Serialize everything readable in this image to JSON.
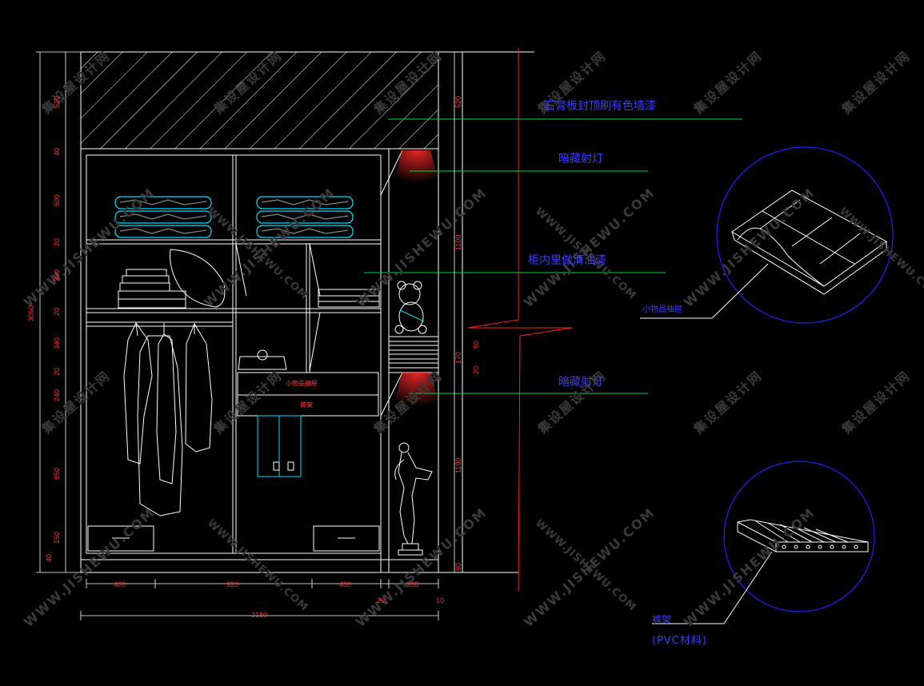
{
  "watermarks": {
    "cn": "集设屋设计网",
    "en": "WWW.JISHEWU.COM"
  },
  "labels": {
    "plaster": "石膏板封顶刷有色墙漆",
    "hidden_light_top": "暗藏射灯",
    "cabinet_interior": "柜内里做清油漆",
    "hidden_light_bottom": "暗藏射灯",
    "small_item_box": "小物品抽屉",
    "trouser_rack": "裤架",
    "trouser_rack_material": "(PVC材料)",
    "drawer_text_1": "小物品抽屉",
    "drawer_text_2": "裤架"
  },
  "dims_left": [
    "520",
    "40",
    "500",
    "20",
    "380",
    "20",
    "340",
    "20",
    "240",
    "650",
    "150",
    "40"
  ],
  "dims_left_total": "3050",
  "dims_right": [
    "520",
    "1100",
    "170",
    "60",
    "20",
    "1100",
    "80"
  ],
  "dims_bottom": [
    "400",
    "920",
    "400",
    "20",
    "308",
    "10"
  ],
  "dims_bottom_total": "2180"
}
